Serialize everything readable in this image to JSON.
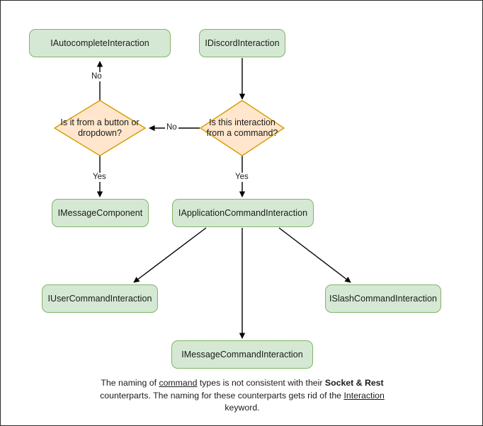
{
  "diagram": {
    "title": "Discord interaction type hierarchy flowchart",
    "colors": {
      "box_fill": "#d5e8d4",
      "box_stroke": "#82b366",
      "diamond_fill": "#ffe6cc",
      "diamond_stroke": "#d79b00",
      "edge": "#000000",
      "text": "#1a1a1a",
      "canvas_border": "#2b2b2b",
      "background": "#ffffff"
    },
    "nodes": {
      "autocomplete": {
        "label": "IAutocompleteInteraction",
        "shape": "rounded-rect"
      },
      "discord": {
        "label": "IDiscordInteraction",
        "shape": "rounded-rect"
      },
      "decision_button": {
        "label": "Is it from a button or dropdown?",
        "shape": "diamond"
      },
      "decision_command": {
        "label": "Is this interaction from a command?",
        "shape": "diamond"
      },
      "message_component": {
        "label": "IMessageComponent",
        "shape": "rounded-rect"
      },
      "application_command": {
        "label": "IApplicationCommandInteraction",
        "shape": "rounded-rect"
      },
      "user_command": {
        "label": "IUserCommandInteraction",
        "shape": "rounded-rect"
      },
      "message_command": {
        "label": "IMessageCommandInteraction",
        "shape": "rounded-rect"
      },
      "slash_command": {
        "label": "ISlashCommandInteraction",
        "shape": "rounded-rect"
      }
    },
    "edge_labels": {
      "no_up": "No",
      "no_left": "No",
      "yes_left": "Yes",
      "yes_right": "Yes"
    },
    "caption": {
      "line1_a": "The naming of ",
      "line1_b": "command",
      "line1_c": " types is not consistent with their",
      "line2_a": "Socket",
      "line2_b": " & ",
      "line2_c": "Rest",
      "line2_d": " counterparts. The naming for these",
      "line3_a": "counterparts gets rid of the ",
      "line3_b": "Interaction",
      "line3_c": " keyword."
    }
  }
}
